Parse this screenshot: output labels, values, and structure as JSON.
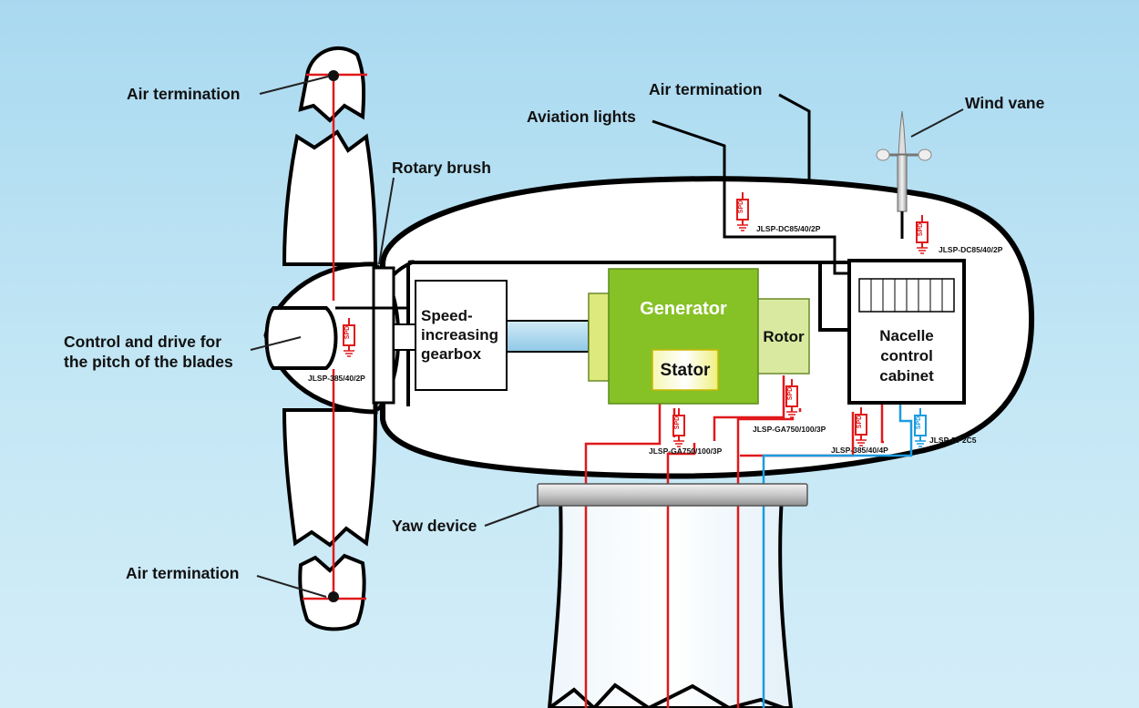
{
  "labels": {
    "air_termination_top": "Air termination",
    "air_termination_bottom": "Air termination",
    "air_termination_nacelle": "Air termination",
    "aviation_lights": "Aviation lights",
    "wind_vane": "Wind vane",
    "rotary_brush": "Rotary brush",
    "pitch_control_line1": "Control and drive for",
    "pitch_control_line2": "the pitch of the blades",
    "yaw_device": "Yaw device"
  },
  "components": {
    "gearbox": [
      "Speed-",
      "increasing",
      "gearbox"
    ],
    "generator": "Generator",
    "stator": "Stator",
    "rotor": "Rotor",
    "cabinet": [
      "Nacelle",
      "control",
      "cabinet"
    ]
  },
  "spd": {
    "symbol_text": "SPD",
    "hub": "JLSP-385/40/2P",
    "aviation": "JLSP-DC85/40/2P",
    "vane": "JLSP-DC85/40/2P",
    "stator": "JLSP-GA750/100/3P",
    "rotor": "JLSP-GA750/100/3P",
    "cabinet_power": "JLSP-385/40/4P",
    "cabinet_signal": "JLSP-DP2C5"
  },
  "colors": {
    "sky": "#b7e0f2",
    "power_line": "#e0191b",
    "signal_line": "#1b9be0",
    "generator": "#86c126",
    "stator": "#f2f48a",
    "rotor_block": "#d9eaa0",
    "shaft": "#a7d3ea"
  }
}
